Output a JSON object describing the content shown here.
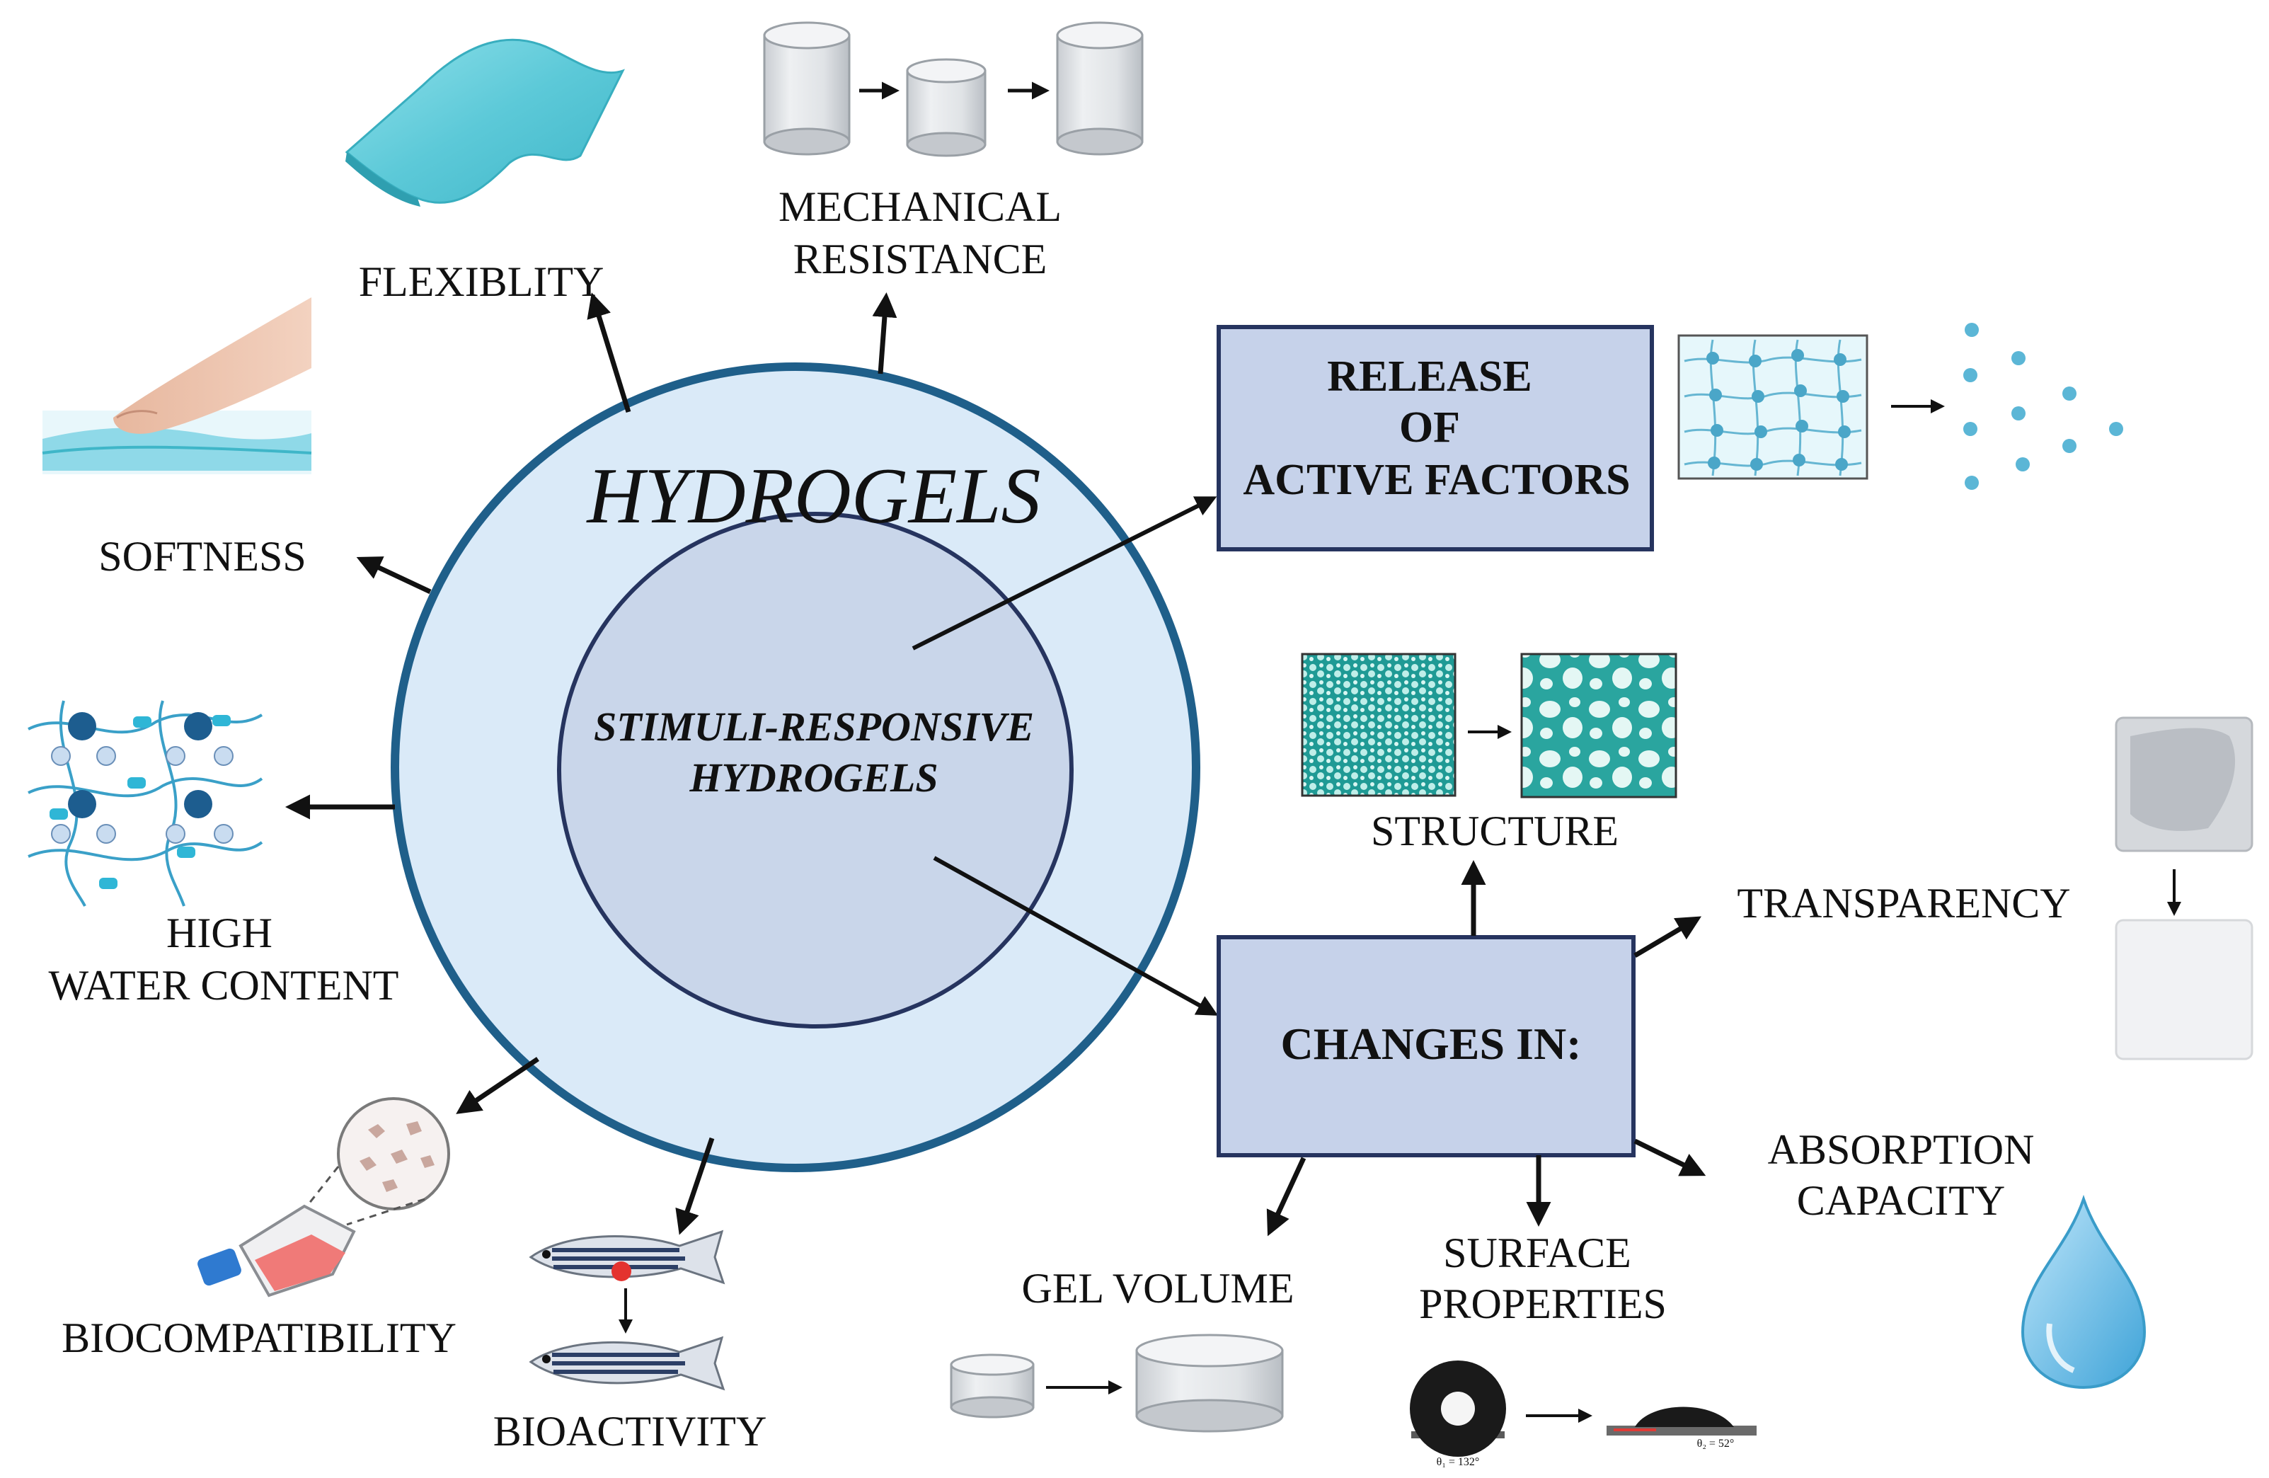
{
  "center": {
    "outer_title": "HYDROGELS",
    "inner_title_line1": "STIMULI-RESPONSIVE",
    "inner_title_line2": "HYDROGELS"
  },
  "properties": {
    "flexibility": "FLEXIBLITY",
    "mechanical_line1": "MECHANICAL",
    "mechanical_line2": "RESISTANCE",
    "softness": "SOFTNESS",
    "water_line1": "HIGH",
    "water_line2": "WATER CONTENT",
    "biocompatibility": "BIOCOMPATIBILITY",
    "bioactivity": "BIOACTIVITY"
  },
  "release_box": {
    "line1": "RELEASE",
    "line2": "OF",
    "line3": "ACTIVE FACTORS"
  },
  "changes_box": {
    "label": "CHANGES IN:"
  },
  "changes": {
    "structure": "STRUCTURE",
    "transparency": "TRANSPARENCY",
    "absorption_line1": "ABSORPTION",
    "absorption_line2": "CAPACITY",
    "surface_line1": "SURFACE",
    "surface_line2": "PROPERTIES",
    "gel_volume": "GEL VOLUME"
  },
  "contact_angles": {
    "left": "θ₁ = 132°",
    "right": "θ₂ = 52°"
  },
  "colors": {
    "outer_circle_fill": "#daeaf8",
    "outer_circle_stroke": "#1f5f8a",
    "inner_circle_fill": "#c9d6ea",
    "inner_circle_stroke": "#26345f",
    "box_fill": "#c6d2ea",
    "box_stroke": "#26345f",
    "accent_cyan": "#5cc9d8",
    "teal": "#2aa59f"
  }
}
